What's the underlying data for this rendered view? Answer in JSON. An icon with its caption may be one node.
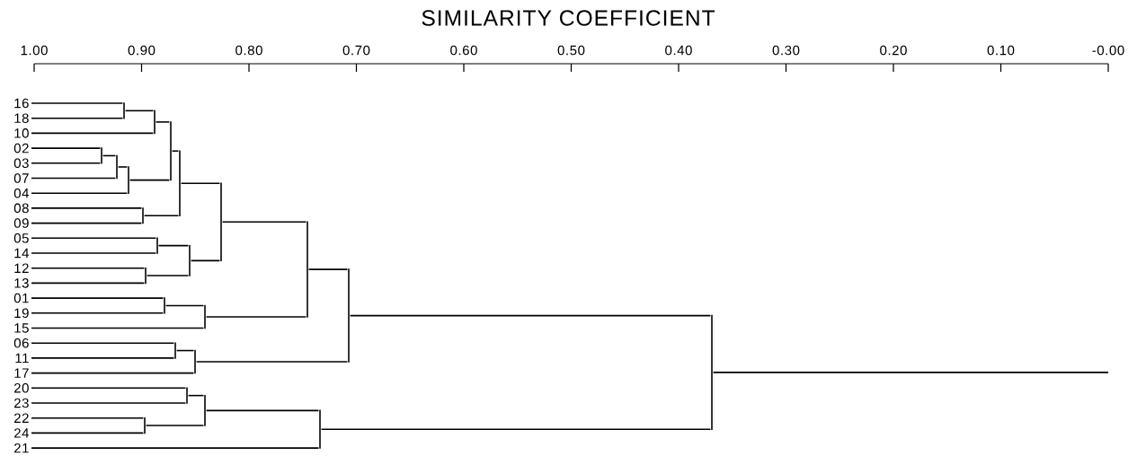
{
  "diagram": {
    "title": "SIMILARITY COEFFICIENT",
    "nodes": [
      {
        "text": [
          "16"
        ]
      },
      {
        "text": [
          "18"
        ]
      },
      {
        "text": [
          "10"
        ]
      },
      {
        "text": [
          "02"
        ]
      },
      {
        "text": [
          "03"
        ]
      },
      {
        "text": [
          "07"
        ]
      },
      {
        "text": [
          "04"
        ]
      },
      {
        "text": [
          "08"
        ]
      },
      {
        "text": [
          "09"
        ]
      },
      {
        "text": [
          "05"
        ]
      },
      {
        "text": [
          "14"
        ]
      },
      {
        "text": [
          "12"
        ]
      },
      {
        "text": [
          "13"
        ]
      },
      {
        "text": [
          "01"
        ]
      },
      {
        "text": [
          "19"
        ]
      },
      {
        "text": [
          "15"
        ]
      },
      {
        "text": [
          "06"
        ]
      },
      {
        "text": [
          "11"
        ]
      },
      {
        "text": [
          "17"
        ]
      },
      {
        "text": [
          "20"
        ]
      },
      {
        "text": [
          "23"
        ]
      },
      {
        "text": [
          "22"
        ]
      },
      {
        "text": [
          "24"
        ]
      },
      {
        "text": [
          "21"
        ]
      },
      {
        "text": [],
        "shape": "bar"
      },
      {
        "text": [],
        "shape": "bar"
      },
      {
        "text": [],
        "shape": "bar"
      },
      {
        "text": [],
        "shape": "bar"
      },
      {
        "text": [],
        "shape": "bar"
      },
      {
        "text": [],
        "shape": "bar"
      },
      {
        "text": [],
        "shape": "bar"
      },
      {
        "text": [],
        "shape": "bar"
      },
      {
        "text": [],
        "shape": "bar"
      },
      {
        "text": [],
        "shape": "bar"
      },
      {
        "text": [],
        "shape": "bar"
      },
      {
        "text": [],
        "shape": "bar"
      },
      {
        "text": [],
        "shape": "bar"
      },
      {
        "text": [],
        "shape": "bar"
      },
      {
        "text": [],
        "shape": "bar"
      },
      {
        "text": [],
        "shape": "bar"
      },
      {
        "text": [],
        "shape": "bar"
      },
      {
        "text": [],
        "shape": "bar"
      },
      {
        "text": [],
        "shape": "bar"
      },
      {
        "text": [],
        "shape": "bar"
      },
      {
        "text": [],
        "shape": "bar"
      },
      {
        "text": [],
        "shape": "bar"
      },
      {
        "text": [],
        "shape": "bar"
      }
    ],
    "edges": [
      {
        "from": 0,
        "to": 24,
        "arrow": "none"
      },
      {
        "from": 1,
        "to": 24,
        "arrow": "none"
      },
      {
        "from": 24,
        "to": 25,
        "arrow": "none"
      },
      {
        "from": 2,
        "to": 25,
        "arrow": "none"
      },
      {
        "from": 3,
        "to": 26,
        "arrow": "none"
      },
      {
        "from": 4,
        "to": 26,
        "arrow": "none"
      },
      {
        "from": 26,
        "to": 27,
        "arrow": "none"
      },
      {
        "from": 5,
        "to": 27,
        "arrow": "none"
      },
      {
        "from": 27,
        "to": 28,
        "arrow": "none"
      },
      {
        "from": 6,
        "to": 28,
        "arrow": "none"
      },
      {
        "from": 25,
        "to": 29,
        "arrow": "none"
      },
      {
        "from": 28,
        "to": 29,
        "arrow": "none"
      },
      {
        "from": 7,
        "to": 30,
        "arrow": "none"
      },
      {
        "from": 8,
        "to": 30,
        "arrow": "none"
      },
      {
        "from": 29,
        "to": 31,
        "arrow": "none"
      },
      {
        "from": 30,
        "to": 31,
        "arrow": "none"
      },
      {
        "from": 9,
        "to": 32,
        "arrow": "none"
      },
      {
        "from": 10,
        "to": 32,
        "arrow": "none"
      },
      {
        "from": 11,
        "to": 33,
        "arrow": "none"
      },
      {
        "from": 12,
        "to": 33,
        "arrow": "none"
      },
      {
        "from": 32,
        "to": 34,
        "arrow": "none"
      },
      {
        "from": 33,
        "to": 34,
        "arrow": "none"
      },
      {
        "from": 31,
        "to": 35,
        "arrow": "none"
      },
      {
        "from": 34,
        "to": 35,
        "arrow": "none"
      },
      {
        "from": 13,
        "to": 36,
        "arrow": "none"
      },
      {
        "from": 14,
        "to": 36,
        "arrow": "none"
      },
      {
        "from": 36,
        "to": 37,
        "arrow": "none"
      },
      {
        "from": 15,
        "to": 37,
        "arrow": "none"
      },
      {
        "from": 35,
        "to": 38,
        "arrow": "none"
      },
      {
        "from": 37,
        "to": 38,
        "arrow": "none"
      },
      {
        "from": 16,
        "to": 39,
        "arrow": "none"
      },
      {
        "from": 17,
        "to": 39,
        "arrow": "none"
      },
      {
        "from": 39,
        "to": 40,
        "arrow": "none"
      },
      {
        "from": 18,
        "to": 40,
        "arrow": "none"
      },
      {
        "from": 38,
        "to": 41,
        "arrow": "none"
      },
      {
        "from": 40,
        "to": 41,
        "arrow": "none"
      },
      {
        "from": 19,
        "to": 42,
        "arrow": "none"
      },
      {
        "from": 20,
        "to": 42,
        "arrow": "none"
      },
      {
        "from": 21,
        "to": 43,
        "arrow": "none"
      },
      {
        "from": 22,
        "to": 43,
        "arrow": "none"
      },
      {
        "from": 42,
        "to": 44,
        "arrow": "none"
      },
      {
        "from": 43,
        "to": 44,
        "arrow": "none"
      },
      {
        "from": 44,
        "to": 45,
        "arrow": "none"
      },
      {
        "from": 23,
        "to": 45,
        "arrow": "none"
      },
      {
        "from": 41,
        "to": 46,
        "arrow": "none"
      },
      {
        "from": 45,
        "to": 46,
        "arrow": "none"
      },
      {
        "from": 46,
        "to": null,
        "arrow": "none"
      }
    ],
    "labels": [
      "1.00",
      "0.90",
      "0.80",
      "0.70",
      "0.60",
      "0.50",
      "0.40",
      "0.30",
      "0.20",
      "0.10",
      "-0.00"
    ]
  }
}
